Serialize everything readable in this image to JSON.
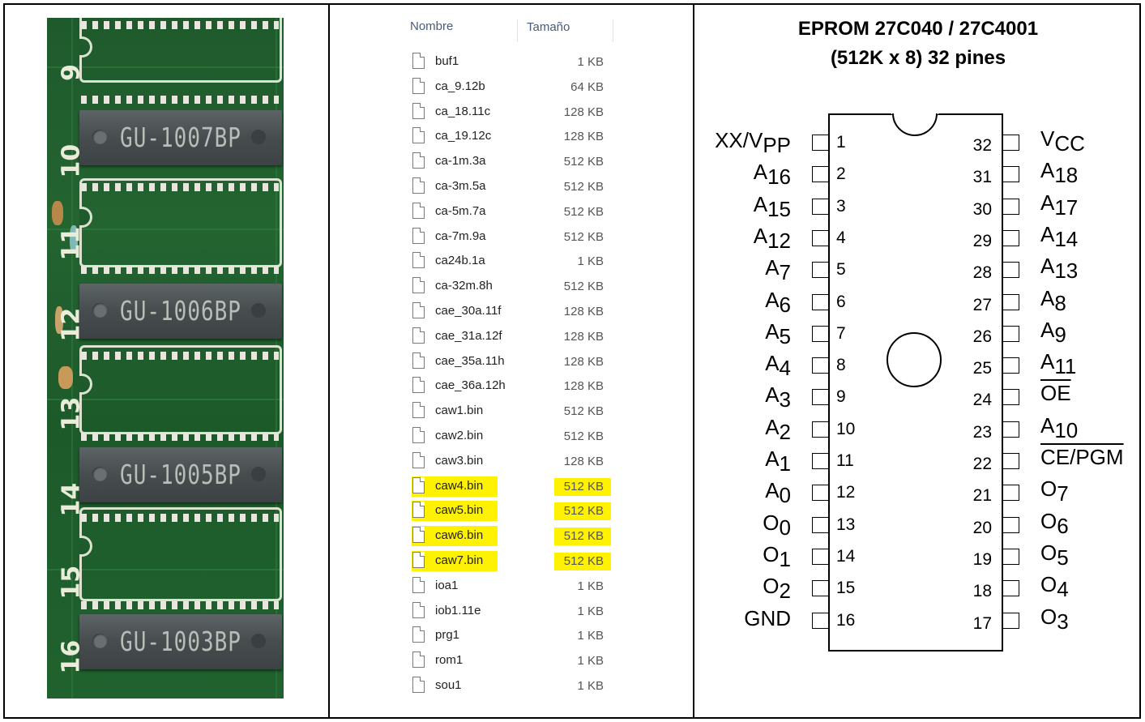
{
  "pcb": {
    "row_numbers": [
      "9",
      "10",
      "11",
      "12",
      "13",
      "14",
      "15",
      "16"
    ],
    "chips": [
      "GU-1007BP",
      "GU-1006BP",
      "GU-1005BP",
      "GU-1003BP"
    ]
  },
  "files": {
    "columns": {
      "name": "Nombre",
      "size": "Tamaño"
    },
    "rows": [
      {
        "name": "buf1",
        "size": "1 KB"
      },
      {
        "name": "ca_9.12b",
        "size": "64 KB"
      },
      {
        "name": "ca_18.11c",
        "size": "128 KB"
      },
      {
        "name": "ca_19.12c",
        "size": "128 KB"
      },
      {
        "name": "ca-1m.3a",
        "size": "512 KB"
      },
      {
        "name": "ca-3m.5a",
        "size": "512 KB"
      },
      {
        "name": "ca-5m.7a",
        "size": "512 KB"
      },
      {
        "name": "ca-7m.9a",
        "size": "512 KB"
      },
      {
        "name": "ca24b.1a",
        "size": "1 KB"
      },
      {
        "name": "ca-32m.8h",
        "size": "512 KB"
      },
      {
        "name": "cae_30a.11f",
        "size": "128 KB"
      },
      {
        "name": "cae_31a.12f",
        "size": "128 KB"
      },
      {
        "name": "cae_35a.11h",
        "size": "128 KB"
      },
      {
        "name": "cae_36a.12h",
        "size": "128 KB"
      },
      {
        "name": "caw1.bin",
        "size": "512 KB"
      },
      {
        "name": "caw2.bin",
        "size": "512 KB"
      },
      {
        "name": "caw3.bin",
        "size": "128 KB"
      },
      {
        "name": "caw4.bin",
        "size": "512 KB",
        "highlighted": true
      },
      {
        "name": "caw5.bin",
        "size": "512 KB",
        "highlighted": true
      },
      {
        "name": "caw6.bin",
        "size": "512 KB",
        "highlighted": true
      },
      {
        "name": "caw7.bin",
        "size": "512 KB",
        "highlighted": true
      },
      {
        "name": "ioa1",
        "size": "1 KB"
      },
      {
        "name": "iob1.11e",
        "size": "1 KB"
      },
      {
        "name": "prg1",
        "size": "1 KB"
      },
      {
        "name": "rom1",
        "size": "1 KB"
      },
      {
        "name": "sou1",
        "size": "1 KB"
      }
    ],
    "highlight_color": "#fff200"
  },
  "eprom": {
    "title_line1": "EPROM 27C040 / 27C4001",
    "title_line2": "(512K x 8) 32 pines",
    "left_pins": [
      {
        "num": "1",
        "base": "XX/V",
        "sub": "PP"
      },
      {
        "num": "2",
        "base": "A",
        "sub": "16"
      },
      {
        "num": "3",
        "base": "A",
        "sub": "15"
      },
      {
        "num": "4",
        "base": "A",
        "sub": "12"
      },
      {
        "num": "5",
        "base": "A",
        "sub": "7"
      },
      {
        "num": "6",
        "base": "A",
        "sub": "6"
      },
      {
        "num": "7",
        "base": "A",
        "sub": "5"
      },
      {
        "num": "8",
        "base": "A",
        "sub": "4"
      },
      {
        "num": "9",
        "base": "A",
        "sub": "3"
      },
      {
        "num": "10",
        "base": "A",
        "sub": "2"
      },
      {
        "num": "11",
        "base": "A",
        "sub": "1"
      },
      {
        "num": "12",
        "base": "A",
        "sub": "0"
      },
      {
        "num": "13",
        "base": "O",
        "sub": "0"
      },
      {
        "num": "14",
        "base": "O",
        "sub": "1"
      },
      {
        "num": "15",
        "base": "O",
        "sub": "2"
      },
      {
        "num": "16",
        "base": "GND",
        "sub": ""
      }
    ],
    "right_pins": [
      {
        "num": "32",
        "base": "V",
        "sub": "CC"
      },
      {
        "num": "31",
        "base": "A",
        "sub": "18"
      },
      {
        "num": "30",
        "base": "A",
        "sub": "17"
      },
      {
        "num": "29",
        "base": "A",
        "sub": "14"
      },
      {
        "num": "28",
        "base": "A",
        "sub": "13"
      },
      {
        "num": "27",
        "base": "A",
        "sub": "8"
      },
      {
        "num": "26",
        "base": "A",
        "sub": "9"
      },
      {
        "num": "25",
        "base": "A",
        "sub": "11"
      },
      {
        "num": "24",
        "base": "OE",
        "sub": "",
        "overline": true
      },
      {
        "num": "23",
        "base": "A",
        "sub": "10"
      },
      {
        "num": "22",
        "base": "CE/PGM",
        "sub": "",
        "overline": true
      },
      {
        "num": "21",
        "base": "O",
        "sub": "7"
      },
      {
        "num": "20",
        "base": "O",
        "sub": "6"
      },
      {
        "num": "19",
        "base": "O",
        "sub": "5"
      },
      {
        "num": "18",
        "base": "O",
        "sub": "4"
      },
      {
        "num": "17",
        "base": "O",
        "sub": "3"
      }
    ]
  }
}
